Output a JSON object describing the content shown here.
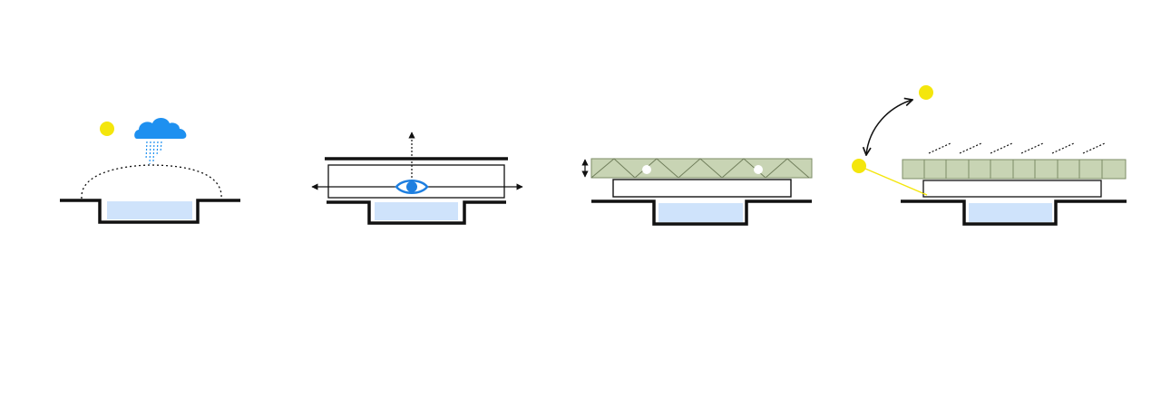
{
  "colors": {
    "line": "#111111",
    "water": "#cfe3fb",
    "water_stroke": "#1a1a1a",
    "sun": "#f4e60c",
    "cloud": "#1e90f0",
    "rain": "#1e90f0",
    "eye": "#1e7fe0",
    "truss_fill": "#c8d4b4",
    "truss_stroke": "#7d8c66",
    "sun_ray": "#f4e60c",
    "caption": "#f0f0f0"
  },
  "icons": [
    "sun-icon",
    "cloud-rain-icon",
    "eye-icon",
    "vertical-arrow-icon",
    "horizontal-arrow-icon",
    "curved-arrow-icon"
  ],
  "captions": [
    {
      "text": ""
    },
    {
      "text": ""
    }
  ],
  "panels": [
    {
      "name": "panel-weather-dome"
    },
    {
      "name": "panel-view-axis"
    },
    {
      "name": "panel-truss-roof"
    },
    {
      "name": "panel-solar-roof"
    }
  ]
}
